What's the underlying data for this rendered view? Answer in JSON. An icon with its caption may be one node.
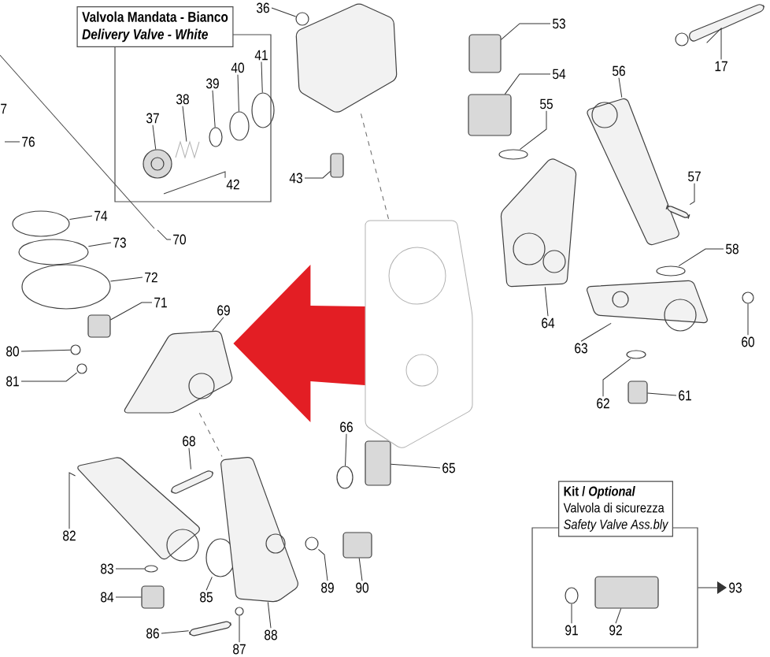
{
  "diagram": {
    "nodes": [
      {
        "text": [],
        "shape": "box"
      },
      {
        "text": [
          "Valvola Mandata - Bianco",
          "Delivery Valve - White"
        ]
      },
      {
        "text": [
          "36"
        ]
      },
      {
        "text": [
          "37"
        ],
        "in": 0
      },
      {
        "text": [
          "38"
        ],
        "in": 0
      },
      {
        "text": [
          "39"
        ],
        "in": 0
      },
      {
        "text": [
          "40"
        ],
        "in": 0
      },
      {
        "text": [
          "41"
        ],
        "in": 0
      },
      {
        "text": [
          "42"
        ],
        "in": 0
      },
      {
        "text": [
          "43"
        ]
      },
      {
        "text": [
          "53"
        ]
      },
      {
        "text": [
          "54"
        ]
      },
      {
        "text": [
          "55"
        ]
      },
      {
        "text": [
          "56"
        ]
      },
      {
        "text": [
          "17"
        ]
      },
      {
        "text": [
          "76"
        ]
      },
      {
        "text": [
          "57"
        ]
      },
      {
        "text": [
          "58"
        ]
      },
      {
        "text": [
          "74"
        ]
      },
      {
        "text": [
          "70"
        ]
      },
      {
        "text": [
          "73"
        ]
      },
      {
        "text": [
          "72"
        ]
      },
      {
        "text": [
          "71"
        ]
      },
      {
        "text": [
          "69"
        ]
      },
      {
        "text": [
          "64"
        ]
      },
      {
        "text": [
          "63"
        ]
      },
      {
        "text": [
          "60"
        ]
      },
      {
        "text": [
          "80"
        ]
      },
      {
        "text": [
          "81"
        ]
      },
      {
        "text": [
          "62"
        ]
      },
      {
        "text": [
          "61"
        ]
      },
      {
        "text": [
          "66"
        ]
      },
      {
        "text": [
          "65"
        ]
      },
      {
        "text": [
          "68"
        ]
      },
      {
        "text": [
          "82"
        ]
      },
      {
        "text": [],
        "shape": "box"
      },
      {
        "text": [
          "Kit / *Optional*",
          "Valvola di sicurezza",
          "Safety Valve Ass.bly"
        ]
      },
      {
        "text": [
          "83"
        ]
      },
      {
        "text": [
          "85"
        ]
      },
      {
        "text": [
          "89"
        ]
      },
      {
        "text": [
          "90"
        ]
      },
      {
        "text": [
          "84"
        ]
      },
      {
        "text": [
          "93"
        ]
      },
      {
        "text": [
          "91"
        ],
        "in": 35
      },
      {
        "text": [
          "92"
        ],
        "in": 35
      },
      {
        "text": [
          "86"
        ]
      },
      {
        "text": [
          "88"
        ]
      },
      {
        "text": [
          "87"
        ]
      },
      {
        "text": [],
        "shape": "circle"
      },
      {
        "text": [],
        "shape": "picture",
        "in": 0
      },
      {
        "text": [],
        "shape": "picture",
        "in": 0
      },
      {
        "text": [],
        "shape": "circle",
        "in": 0
      },
      {
        "text": [],
        "shape": "circle",
        "in": 0
      },
      {
        "text": [],
        "shape": "circle",
        "in": 0
      },
      {
        "text": [],
        "shape": "box"
      },
      {
        "text": [],
        "shape": "box"
      },
      {
        "text": [],
        "shape": "box"
      },
      {
        "text": [],
        "shape": "circle"
      },
      {
        "text": [],
        "shape": "picture"
      },
      {
        "text": [],
        "shape": "picture"
      },
      {
        "text": [],
        "shape": "picture"
      },
      {
        "text": [],
        "shape": "circle"
      },
      {
        "text": [],
        "shape": "circle"
      },
      {
        "text": [],
        "shape": "circle"
      },
      {
        "text": [],
        "shape": "circle"
      },
      {
        "text": [],
        "shape": "box"
      },
      {
        "text": [],
        "shape": "picture"
      },
      {
        "text": [],
        "shape": "picture"
      },
      {
        "text": [],
        "shape": "picture"
      },
      {
        "text": [],
        "shape": "circle"
      },
      {
        "text": [],
        "shape": "circle"
      },
      {
        "text": [],
        "shape": "circle"
      },
      {
        "text": [],
        "shape": "circle"
      },
      {
        "text": [],
        "shape": "box"
      },
      {
        "text": [],
        "shape": "circle"
      },
      {
        "text": [],
        "shape": "box"
      },
      {
        "text": [],
        "shape": "picture"
      },
      {
        "text": [],
        "shape": "picture"
      },
      {
        "text": [],
        "shape": "circle"
      },
      {
        "text": [],
        "shape": "circle"
      },
      {
        "text": [],
        "shape": "circle"
      },
      {
        "text": [],
        "shape": "box"
      },
      {
        "text": [],
        "shape": "box"
      },
      {
        "text": [],
        "shape": "circle",
        "in": 35
      },
      {
        "text": [],
        "shape": "box",
        "in": 35
      },
      {
        "text": [],
        "shape": "picture"
      },
      {
        "text": [],
        "shape": "picture"
      },
      {
        "text": [],
        "shape": "circle"
      },
      {
        "text": [],
        "shape": "picture"
      },
      {
        "text": [],
        "shape": "picture"
      }
    ],
    "edges": [
      {
        "from": 2,
        "to": 48,
        "arrow": "none"
      },
      {
        "from": 3,
        "to": 49,
        "arrow": "none"
      },
      {
        "from": 4,
        "to": 50,
        "arrow": "none"
      },
      {
        "from": 5,
        "to": 51,
        "arrow": "none"
      },
      {
        "from": 6,
        "to": 52,
        "arrow": "none"
      },
      {
        "from": 7,
        "to": 53,
        "arrow": "none"
      },
      {
        "from": 9,
        "to": 54,
        "arrow": "none"
      },
      {
        "from": 10,
        "to": 55,
        "arrow": "none"
      },
      {
        "from": 11,
        "to": 56,
        "arrow": "none"
      },
      {
        "from": 12,
        "to": 57,
        "arrow": "none"
      },
      {
        "from": 13,
        "to": 58,
        "arrow": "none"
      },
      {
        "from": 14,
        "to": 59,
        "arrow": "none"
      },
      {
        "from": 15,
        "to": null,
        "arrow": "none"
      },
      {
        "from": 16,
        "to": 60,
        "arrow": "none"
      },
      {
        "from": 17,
        "to": 61,
        "arrow": "none"
      },
      {
        "from": 18,
        "to": 62,
        "arrow": "none"
      },
      {
        "from": 19,
        "to": null,
        "arrow": "none"
      },
      {
        "from": 20,
        "to": 63,
        "arrow": "none"
      },
      {
        "from": 21,
        "to": 64,
        "arrow": "none"
      },
      {
        "from": 22,
        "to": 65,
        "arrow": "none"
      },
      {
        "from": 23,
        "to": 66,
        "arrow": "none"
      },
      {
        "from": 24,
        "to": 67,
        "arrow": "none"
      },
      {
        "from": 25,
        "to": 68,
        "arrow": "none"
      },
      {
        "from": 26,
        "to": 69,
        "arrow": "none"
      },
      {
        "from": 27,
        "to": 70,
        "arrow": "none"
      },
      {
        "from": 28,
        "to": 71,
        "arrow": "none"
      },
      {
        "from": 29,
        "to": 72,
        "arrow": "none"
      },
      {
        "from": 30,
        "to": 73,
        "arrow": "none"
      },
      {
        "from": 31,
        "to": 74,
        "arrow": "none"
      },
      {
        "from": 32,
        "to": 75,
        "arrow": "none"
      },
      {
        "from": 33,
        "to": 76,
        "arrow": "none"
      },
      {
        "from": 34,
        "to": 77,
        "arrow": "none"
      },
      {
        "from": 37,
        "to": 78,
        "arrow": "none"
      },
      {
        "from": 38,
        "to": 79,
        "arrow": "none"
      },
      {
        "from": 39,
        "to": 80,
        "arrow": "none"
      },
      {
        "from": 40,
        "to": 81,
        "arrow": "none"
      },
      {
        "from": 41,
        "to": 82,
        "arrow": "none"
      },
      {
        "from": 43,
        "to": 83,
        "arrow": "none"
      },
      {
        "from": 44,
        "to": 84,
        "arrow": "none"
      },
      {
        "from": 45,
        "to": 85,
        "arrow": "none"
      },
      {
        "from": 46,
        "to": 86,
        "arrow": "none"
      },
      {
        "from": 47,
        "to": 87,
        "arrow": "none"
      },
      {
        "from": 35,
        "to": 42,
        "arrow": "to"
      },
      {
        "from": 88,
        "to": 89,
        "arrow": "none",
        "style": "dashed"
      },
      {
        "from": 66,
        "to": 86,
        "arrow": "none",
        "style": "dashed"
      },
      {
        "from": 89,
        "to": 66,
        "arrow": "to",
        "style": "thick",
        "color": "#e31e24"
      }
    ],
    "labels": [
      "7"
    ]
  }
}
